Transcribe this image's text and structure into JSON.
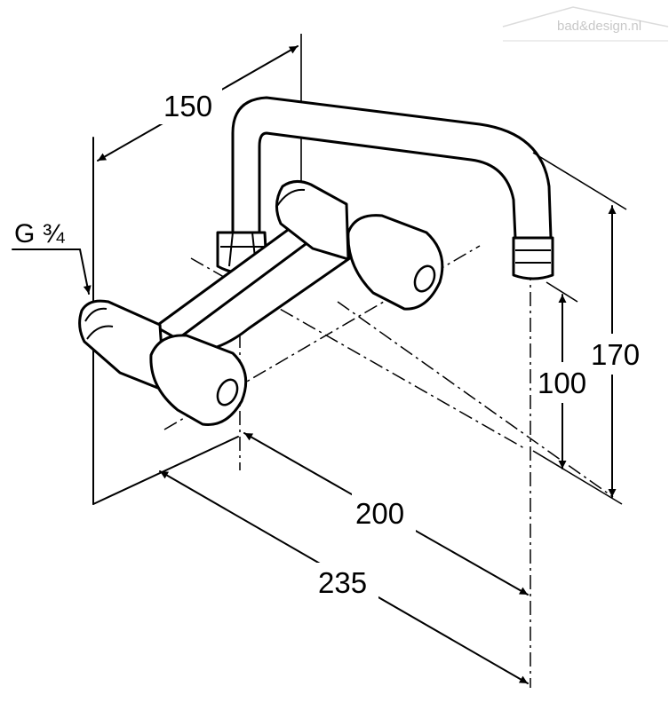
{
  "watermark": {
    "text": "bad&design.nl",
    "color": "#c8c8c8"
  },
  "dimensions": {
    "top_depth": "150",
    "connection": "G ¾",
    "outlet_height": "100",
    "total_height": "170",
    "center_distance": "200",
    "total_width": "235"
  },
  "colors": {
    "line": "#000000",
    "background": "#ffffff"
  }
}
